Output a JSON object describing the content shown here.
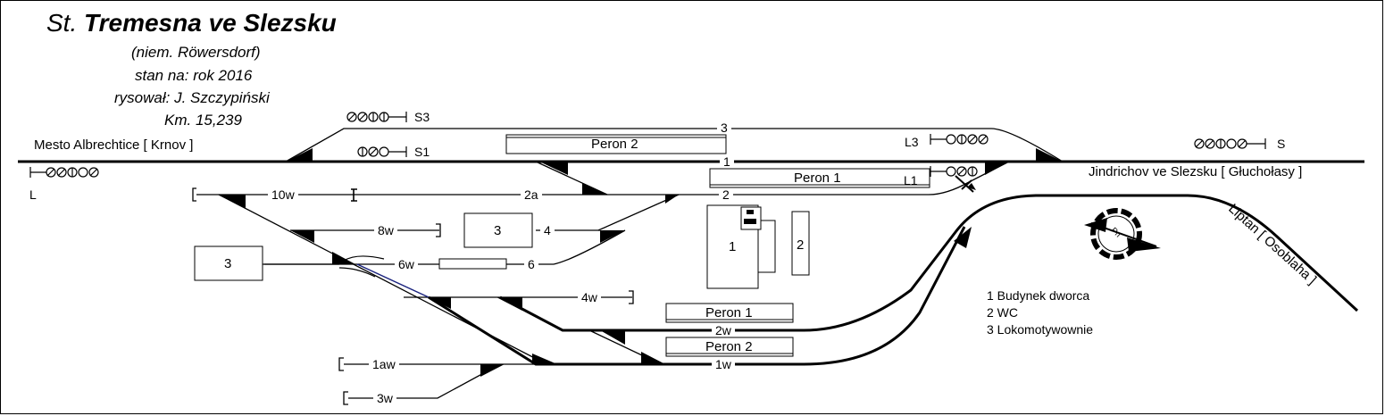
{
  "title": {
    "prefix": "St.",
    "name": "Tremesna ve Slezsku"
  },
  "subtitle_lines": [
    "(niem. Röwersdorf)",
    "stan na: rok 2016",
    "rysował: J. Szczypiński",
    "Km. 15,239"
  ],
  "directions": {
    "west": "Mesto Albrechtice [ Krnov ]",
    "east": "Jindrichov ve Slezsku [ Głuchołasy ]",
    "southeast": "Liptan [ Osoblaha ]"
  },
  "signals": {
    "s3": "S3",
    "s1": "S1",
    "l3": "L3",
    "l1": "L1",
    "s": "S",
    "l": "L"
  },
  "tracks": {
    "t3": "3",
    "t1": "1",
    "t2": "2",
    "t2a": "2a",
    "t10w": "10w",
    "t8w": "8w",
    "t4": "4",
    "t6w": "6w",
    "t6": "6",
    "t4w": "4w",
    "t2w": "2w",
    "t1w": "1w",
    "t1aw": "1aw",
    "t3w": "3w"
  },
  "platforms": {
    "p2_top": "Peron 2",
    "p1_top": "Peron 1",
    "p1_bottom": "Peron 1",
    "p2_bottom": "Peron 2"
  },
  "buildings": {
    "b1": "1",
    "b2": "2",
    "b3_left": "3",
    "b3_center": "3"
  },
  "turntable_label": "Pn",
  "legend": [
    "1 Budynek dworca",
    "2 WC",
    "3 Lokomotywownie"
  ]
}
